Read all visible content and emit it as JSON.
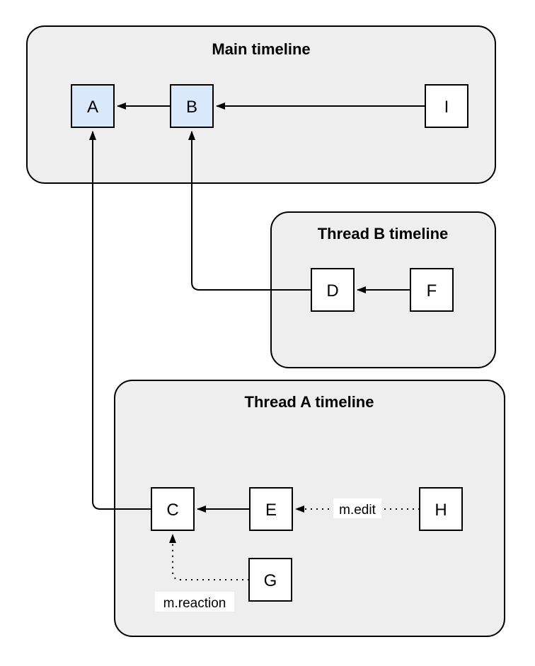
{
  "diagram": {
    "colors": {
      "container_fill": "#eeeeee",
      "container_border": "#000000",
      "node_fill": "#ffffff",
      "node_fill_highlight": "#dae8fc",
      "node_border": "#000000",
      "line": "#000000",
      "edge_label_bg": "#ffffff",
      "text": "#000000"
    },
    "groups": [
      {
        "id": "main",
        "title": "Main timeline"
      },
      {
        "id": "thread-b",
        "title": "Thread B timeline"
      },
      {
        "id": "thread-a",
        "title": "Thread A timeline"
      }
    ],
    "nodes": [
      {
        "id": "A",
        "label": "A",
        "timeline": "main",
        "highlighted": true
      },
      {
        "id": "B",
        "label": "B",
        "timeline": "main",
        "highlighted": true
      },
      {
        "id": "I",
        "label": "I",
        "timeline": "main",
        "highlighted": false
      },
      {
        "id": "D",
        "label": "D",
        "timeline": "thread-b",
        "highlighted": false
      },
      {
        "id": "F",
        "label": "F",
        "timeline": "thread-b",
        "highlighted": false
      },
      {
        "id": "C",
        "label": "C",
        "timeline": "thread-a",
        "highlighted": false
      },
      {
        "id": "E",
        "label": "E",
        "timeline": "thread-a",
        "highlighted": false
      },
      {
        "id": "H",
        "label": "H",
        "timeline": "thread-a",
        "highlighted": false
      },
      {
        "id": "G",
        "label": "G",
        "timeline": "thread-a",
        "highlighted": false
      }
    ],
    "edges": [
      {
        "from": "B",
        "to": "A",
        "style": "solid",
        "routing": "straight",
        "label": ""
      },
      {
        "from": "I",
        "to": "B",
        "style": "solid",
        "routing": "straight",
        "label": ""
      },
      {
        "from": "F",
        "to": "D",
        "style": "solid",
        "routing": "straight",
        "label": ""
      },
      {
        "from": "D",
        "to": "B",
        "style": "solid",
        "routing": "elbow",
        "label": ""
      },
      {
        "from": "E",
        "to": "C",
        "style": "solid",
        "routing": "straight",
        "label": ""
      },
      {
        "from": "C",
        "to": "A",
        "style": "solid",
        "routing": "elbow",
        "label": ""
      },
      {
        "from": "H",
        "to": "E",
        "style": "dotted",
        "routing": "straight",
        "label": "m.edit"
      },
      {
        "from": "G",
        "to": "C",
        "style": "dotted",
        "routing": "elbow",
        "label": "m.reaction"
      }
    ]
  }
}
